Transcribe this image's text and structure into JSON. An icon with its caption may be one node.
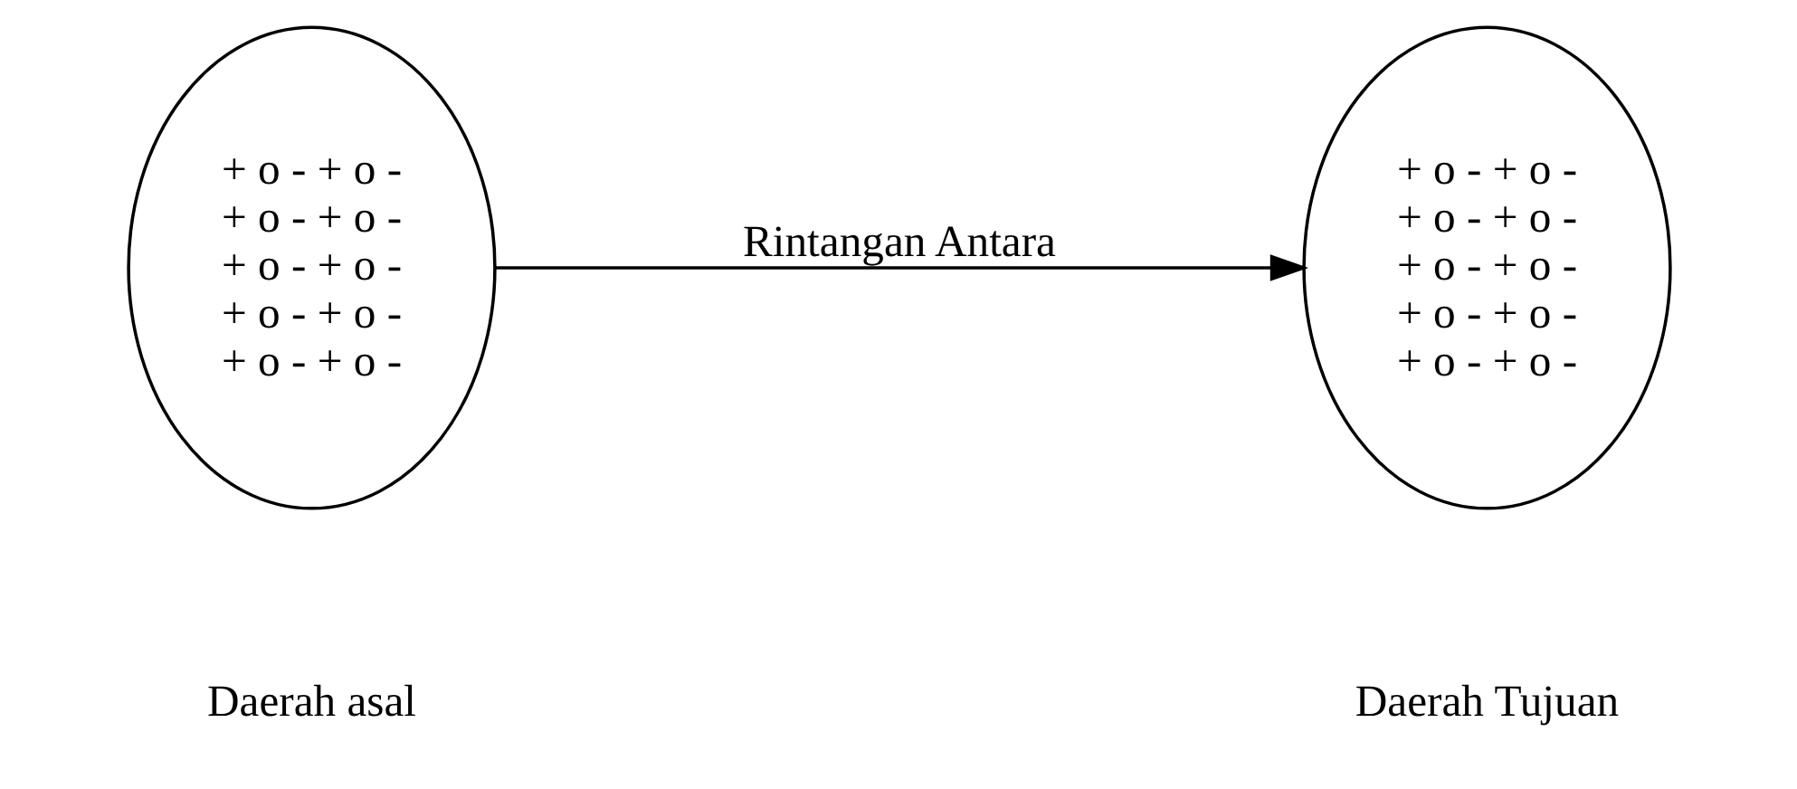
{
  "diagram": {
    "nodes": [
      {
        "text": [
          "+ o - + o -",
          "+ o - + o -",
          "+ o - + o -",
          "+ o - + o -",
          "+ o - + o -"
        ],
        "beside": [
          "Daerah asal"
        ]
      },
      {
        "text": [
          "+ o - + o -",
          "+ o - + o -",
          "+ o - + o -",
          "+ o - + o -",
          "+ o - + o -"
        ],
        "beside": [
          "Daerah Tujuan"
        ]
      }
    ],
    "edges": [
      {
        "from": 0,
        "to": 1,
        "arrow": "to",
        "label": "Rintangan Antara"
      }
    ]
  }
}
